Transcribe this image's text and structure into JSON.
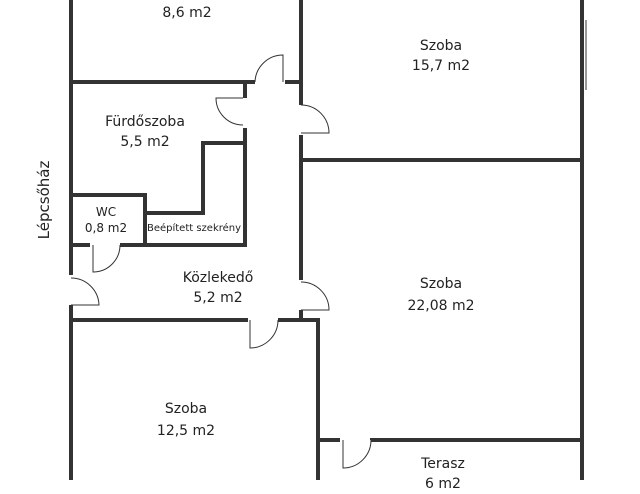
{
  "plan": {
    "stairwell": "Lépcsőház",
    "rooms": [
      {
        "name": "",
        "area": "8,6 m2"
      },
      {
        "name": "Szoba",
        "area": "15,7 m2"
      },
      {
        "name": "Fürdőszoba",
        "area": "5,5 m2"
      },
      {
        "name": "WC",
        "area": "0,8 m2"
      },
      {
        "name": "Beépített szekrény",
        "area": ""
      },
      {
        "name": "Közlekedő",
        "area": "5,2 m2"
      },
      {
        "name": "Szoba",
        "area": "22,08 m2"
      },
      {
        "name": "Szoba",
        "area": "12,5 m2"
      },
      {
        "name": "Terasz",
        "area": "6 m2"
      }
    ],
    "colors": {
      "wall": "#333333",
      "wall_fill": "#8a8a8a",
      "background": "#ffffff"
    }
  }
}
